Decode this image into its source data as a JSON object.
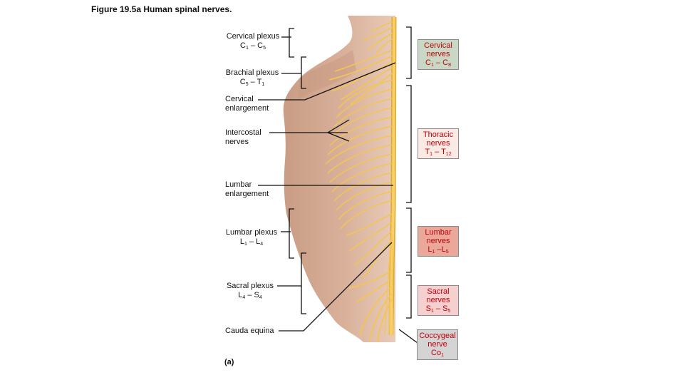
{
  "figure": {
    "title": "Figure 19.5a  Human spinal nerves.",
    "panel": "(a)"
  },
  "left_labels": {
    "cervical_plexus": {
      "name": "Cervical plexus",
      "range_a": "C",
      "sub_a": "1",
      "sep": " – ",
      "range_b": "C",
      "sub_b": "5"
    },
    "brachial_plexus": {
      "name": "Brachial plexus",
      "range_a": "C",
      "sub_a": "5",
      "sep": " – ",
      "range_b": "T",
      "sub_b": "1"
    },
    "cervical_enlargement": {
      "line1": "Cervical",
      "line2": "enlargement"
    },
    "intercostal_nerves": {
      "line1": "Intercostal",
      "line2": "nerves"
    },
    "lumbar_enlargement": {
      "line1": "Lumbar",
      "line2": "enlargement"
    },
    "lumbar_plexus": {
      "name": "Lumbar plexus",
      "range_a": "L",
      "sub_a": "1",
      "sep": " – ",
      "range_b": "L",
      "sub_b": "4"
    },
    "sacral_plexus": {
      "name": "Sacral plexus",
      "range_a": "L",
      "sub_a": "4",
      "sep": " – ",
      "range_b": "S",
      "sub_b": "4"
    },
    "cauda_equina": {
      "line1": "Cauda equina"
    }
  },
  "right_boxes": {
    "cervical": {
      "line1": "Cervical",
      "line2": "nerves",
      "range_a": "C",
      "sub_a": "1",
      "sep": " – ",
      "range_b": "C",
      "sub_b": "8",
      "bg": "#c8d8c4"
    },
    "thoracic": {
      "line1": "Thoracic",
      "line2": "nerves",
      "range_a": "T",
      "sub_a": "1",
      "sep": " – ",
      "range_b": "T",
      "sub_b": "12",
      "bg": "#fbeae4"
    },
    "lumbar": {
      "line1": "Lumbar",
      "line2": "nerves",
      "range_a": "L",
      "sub_a": "1",
      "sep": " –",
      "range_b": "L",
      "sub_b": "5",
      "bg": "#e9a89a"
    },
    "sacral": {
      "line1": "Sacral",
      "line2": "nerves",
      "range_a": "S",
      "sub_a": "1",
      "sep": " – ",
      "range_b": "S",
      "sub_b": "5",
      "bg": "#f6cfcf"
    },
    "coccygeal": {
      "line1": "Coccygeal",
      "line2": "nerve",
      "range_a": "Co",
      "sub_a": "1",
      "bg": "#d4d4d4"
    }
  },
  "colors": {
    "skin": "#d3aa92",
    "skin_light": "#e3c3ae",
    "nerve": "#f3c552",
    "nerve_dark": "#e0a92c",
    "leader": "#111111"
  }
}
